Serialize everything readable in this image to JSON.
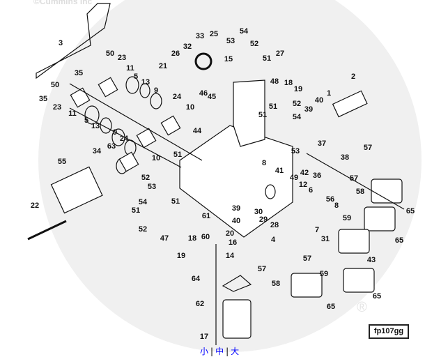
{
  "watermark": {
    "copyright": "©Cummins Inc",
    "brand": "Cummins",
    "registered": "®"
  },
  "figure_code": "fp107gg",
  "callouts": [
    "3",
    "50",
    "23",
    "11",
    "5",
    "13",
    "9",
    "21",
    "26",
    "32",
    "33",
    "25",
    "35",
    "50",
    "35",
    "23",
    "11",
    "5",
    "13",
    "9",
    "24",
    "24",
    "10",
    "10",
    "46",
    "45",
    "44",
    "15",
    "53",
    "54",
    "52",
    "51",
    "27",
    "48",
    "18",
    "19",
    "52",
    "51",
    "51",
    "54",
    "39",
    "40",
    "1",
    "2",
    "37",
    "53",
    "38",
    "41",
    "42",
    "36",
    "8",
    "34",
    "63",
    "51",
    "55",
    "52",
    "53",
    "54",
    "51",
    "51",
    "52",
    "47",
    "18",
    "60",
    "61",
    "19",
    "22",
    "64",
    "62",
    "17",
    "39",
    "40",
    "20",
    "16",
    "4",
    "14",
    "30",
    "29",
    "28",
    "49",
    "12",
    "6",
    "56",
    "8",
    "7",
    "31",
    "43",
    "57",
    "57",
    "58",
    "65",
    "59",
    "65",
    "57",
    "59",
    "58",
    "57",
    "65",
    "65"
  ],
  "size_links": [
    {
      "label": "小"
    },
    {
      "label": "中"
    },
    {
      "label": "大"
    }
  ],
  "colors": {
    "line": "#111111",
    "watermark": "#efefef",
    "link": "#0000ff"
  }
}
